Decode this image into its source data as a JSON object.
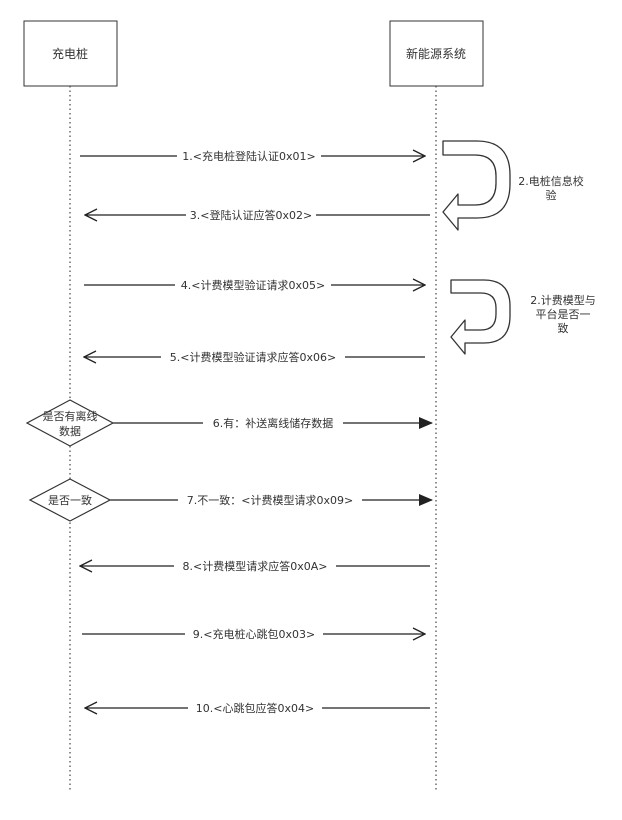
{
  "participants": {
    "left": "充电桩",
    "right": "新能源系统"
  },
  "messages": [
    {
      "label": "1.<充电桩登陆认证0x01>",
      "direction": "right"
    },
    {
      "label": "3.<登陆认证应答0x02>",
      "direction": "left"
    },
    {
      "label": "4.<计费模型验证请求0x05>",
      "direction": "right"
    },
    {
      "label": "5.<计费模型验证请求应答0x06>",
      "direction": "left"
    },
    {
      "label": "6.有：补送离线储存数据",
      "direction": "right"
    },
    {
      "label": "7.不一致：<计费模型请求0x09>",
      "direction": "right"
    },
    {
      "label": "8.<计费模型请求应答0x0A>",
      "direction": "left"
    },
    {
      "label": "9.<充电桩心跳包0x03>",
      "direction": "right"
    },
    {
      "label": "10.<心跳包应答0x04>",
      "direction": "left"
    }
  ],
  "notes": {
    "note1": [
      "2.电桩信息校",
      "验"
    ],
    "note2": [
      "2.计费模型与",
      "平台是否一",
      "致"
    ]
  },
  "decisions": {
    "d1": [
      "是否有离线",
      "数据"
    ],
    "d2": [
      "是否一致"
    ]
  }
}
